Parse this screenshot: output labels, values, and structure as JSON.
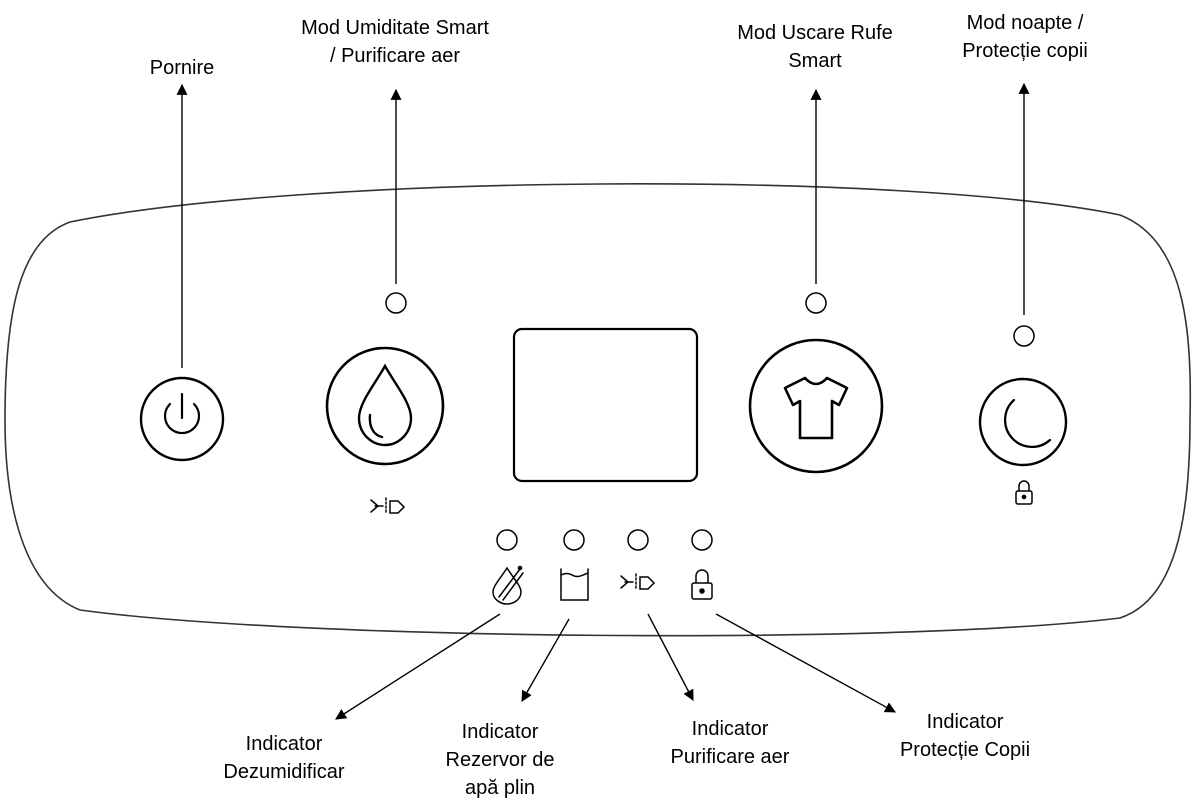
{
  "top_labels": {
    "power": [
      "Pornire"
    ],
    "humidity": [
      "Mod Umiditate Smart",
      "/ Purificare aer"
    ],
    "laundry": [
      "Mod Uscare Rufe",
      "Smart"
    ],
    "night": [
      "Mod noapte /",
      "Protecție copii"
    ]
  },
  "bottom_labels": {
    "dehumidify": [
      "Indicator",
      "Dezumidificar"
    ],
    "tank_full": [
      "Indicator",
      "Rezervor de",
      "apă plin"
    ],
    "air_purify": [
      "Indicator",
      "Purificare aer"
    ],
    "child_lock": [
      "Indicator",
      "Protecție Copii"
    ]
  },
  "buttons": [
    {
      "name": "power-button",
      "icon": "power-icon"
    },
    {
      "name": "humidity-mode-button",
      "icon": "water-drop-icon"
    },
    {
      "name": "laundry-mode-button",
      "icon": "t-shirt-icon"
    },
    {
      "name": "night-mode-button",
      "icon": "moon-icon"
    }
  ],
  "indicators": [
    {
      "name": "dehumidify-indicator",
      "icon": "dehumidify-icon"
    },
    {
      "name": "tank-full-indicator",
      "icon": "water-tank-icon"
    },
    {
      "name": "air-purify-indicator",
      "icon": "air-purify-icon"
    },
    {
      "name": "child-lock-indicator",
      "icon": "lock-icon"
    }
  ],
  "colors": {
    "stroke": "#1a1a1a",
    "background": "#ffffff"
  }
}
